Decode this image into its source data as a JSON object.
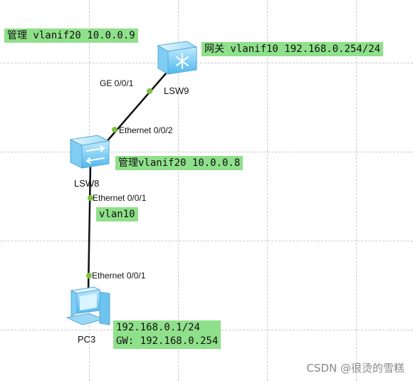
{
  "lsw9": {
    "name": "LSW9",
    "icon": "l3-switch-icon"
  },
  "lsw8": {
    "name": "LSW8",
    "icon": "l2-switch-icon"
  },
  "pc3": {
    "name": "PC3",
    "icon": "pc-icon"
  },
  "labels": {
    "mgmt_lsw9_cn": "管理",
    "mgmt_lsw9_text": " vlanif20 10.0.0.9",
    "gateway_cn": "网关",
    "gateway_text": " vlanif10 192.168.0.254/24",
    "mgmt_lsw8_cn": "管理",
    "mgmt_lsw8_text": "vlanif20  10.0.0.8",
    "vlan": "vlan10",
    "pc_ip": "192.168.0.1/24",
    "pc_gw": "GW: 192.168.0.254"
  },
  "ports": {
    "lsw9_port": "GE 0/0/1",
    "lsw8_up": "Ethernet 0/0/2",
    "lsw8_down": "Ethernet 0/0/1",
    "pc3_port": "Ethernet 0/0/1"
  },
  "watermark": "CSDN @很烫的雪糕",
  "colors": {
    "label_bg": "#8fe08a",
    "device": "#4fc3f7",
    "port_dot": "#7cc242",
    "link": "#111111"
  }
}
